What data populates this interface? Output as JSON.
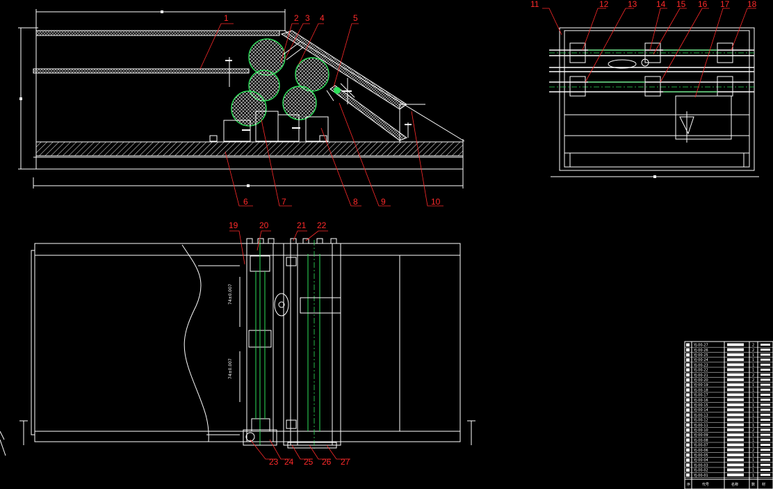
{
  "drawing": {
    "views": [
      {
        "id": "front-elevation",
        "labels": [
          "1",
          "2",
          "3",
          "4",
          "5",
          "6",
          "7",
          "8",
          "9",
          "10"
        ]
      },
      {
        "id": "side-view",
        "labels": [
          "11",
          "12",
          "13",
          "14",
          "15",
          "16",
          "17",
          "18"
        ]
      },
      {
        "id": "plan-view",
        "labels": [
          "19",
          "20",
          "21",
          "22",
          "23",
          "24",
          "25",
          "26",
          "27"
        ]
      }
    ],
    "dimensions": {
      "top_span": "74±0.007",
      "bottom_span": "74±0.007"
    },
    "colors": {
      "background": "#000000",
      "outline": "#ffffff",
      "roller": "#2ee05a",
      "leader": "#ff2a2a"
    }
  },
  "bom": {
    "codes": [
      "YJ-00-27",
      "YJ-00-26",
      "YJ-00-25",
      "YJ-00-24",
      "YJ-00-23",
      "YJ-00-22",
      "YJ-00-21",
      "YJ-00-20",
      "YJ-00-19",
      "YJ-00-18",
      "YJ-00-17",
      "YJ-00-16",
      "YJ-00-15",
      "YJ-00-14",
      "YJ-00-13",
      "YJ-00-12",
      "YJ-00-11",
      "YJ-00-10",
      "YJ-00-09",
      "YJ-00-08",
      "YJ-00-07",
      "YJ-00-06",
      "YJ-00-05",
      "YJ-00-04",
      "YJ-00-03",
      "YJ-00-02",
      "YJ-00-01"
    ],
    "qty": [
      "2",
      "2",
      "1",
      "1",
      "1",
      "1",
      "2",
      "2",
      "1",
      "1",
      "1",
      "1",
      "1",
      "1",
      "1",
      "1",
      "1",
      "2",
      "1",
      "1",
      "1",
      "2",
      "1",
      "1",
      "1",
      "1",
      "1"
    ],
    "header": [
      "序",
      "代号",
      "名称",
      "数",
      "材"
    ]
  }
}
